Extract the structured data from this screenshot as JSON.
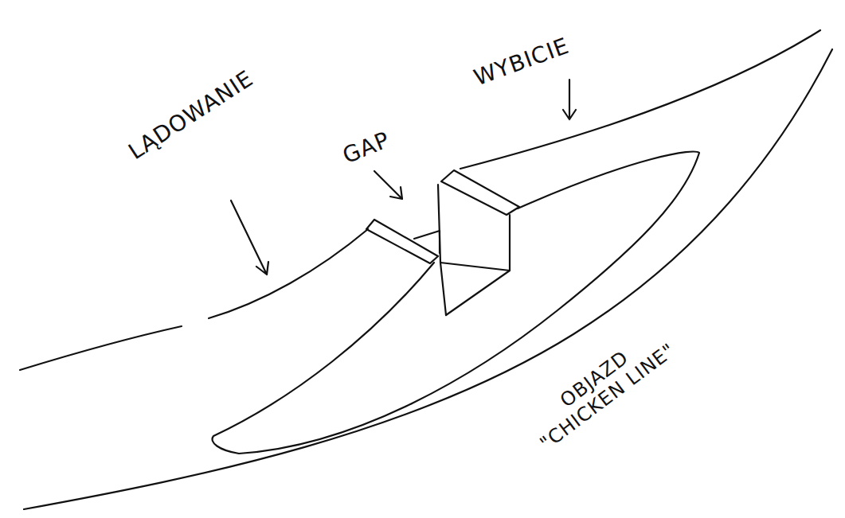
{
  "diagram": {
    "labels": [
      "LĄDOWANIE",
      "GAP",
      "WYBICIE",
      "OBJAZD \"CHICKEN LINE\""
    ]
  }
}
